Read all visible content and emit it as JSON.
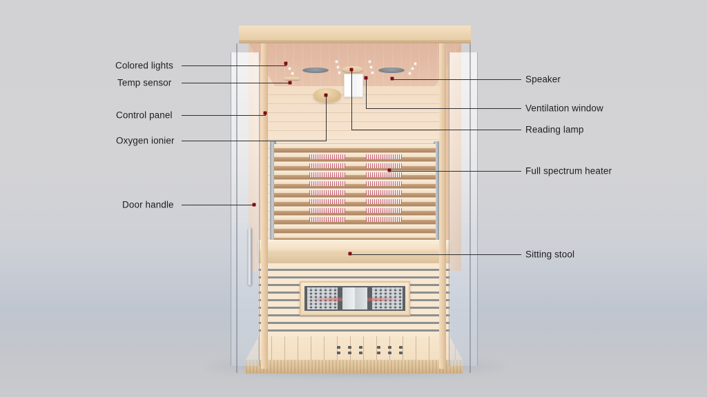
{
  "scene": {
    "title": "Infrared sauna cabin labeled diagram",
    "background_top_color": "#d2d2d4",
    "background_bottom_color": "#bfc5d0",
    "wood_color": "#f3ddc6",
    "accent_dot_color": "#7d0d19",
    "leader_line_color": "#2e2e30"
  },
  "callouts": {
    "left": [
      {
        "id": "colored-lights",
        "label": "Colored lights"
      },
      {
        "id": "temp-sensor",
        "label": "Temp sensor"
      },
      {
        "id": "control-panel",
        "label": "Control panel"
      },
      {
        "id": "oxygen-ionier",
        "label": "Oxygen ionier"
      },
      {
        "id": "door-handle",
        "label": "Door handle"
      }
    ],
    "right": [
      {
        "id": "speaker",
        "label": "Speaker"
      },
      {
        "id": "ventilation-window",
        "label": "Ventilation window"
      },
      {
        "id": "reading-lamp",
        "label": "Reading lamp"
      },
      {
        "id": "full-spectrum-heater",
        "label": "Full spectrum heater"
      },
      {
        "id": "sitting-stool",
        "label": "Sitting stool"
      }
    ]
  },
  "parts": {
    "colored_lights": "colored-lights-led",
    "temp_sensor": "temp-sensor-probe",
    "control_panel": "control-panel-unit",
    "oxygen_ionier": "oxygen-ionier-dome",
    "door_handle": "door-handle-bar",
    "speaker": "ceiling-speaker-grill",
    "ventilation_window": "ceiling-vent-mushroom",
    "reading_lamp": "reading-lamp-fixture",
    "full_spectrum_heater": "full-spectrum-heater-panel",
    "sitting_stool": "sitting-stool-bench",
    "lower_heater": "lower-calf-heater",
    "floor_deck": "floor-deck",
    "glass_door_left": "glass-door-left",
    "glass_door_right": "glass-door-right"
  }
}
